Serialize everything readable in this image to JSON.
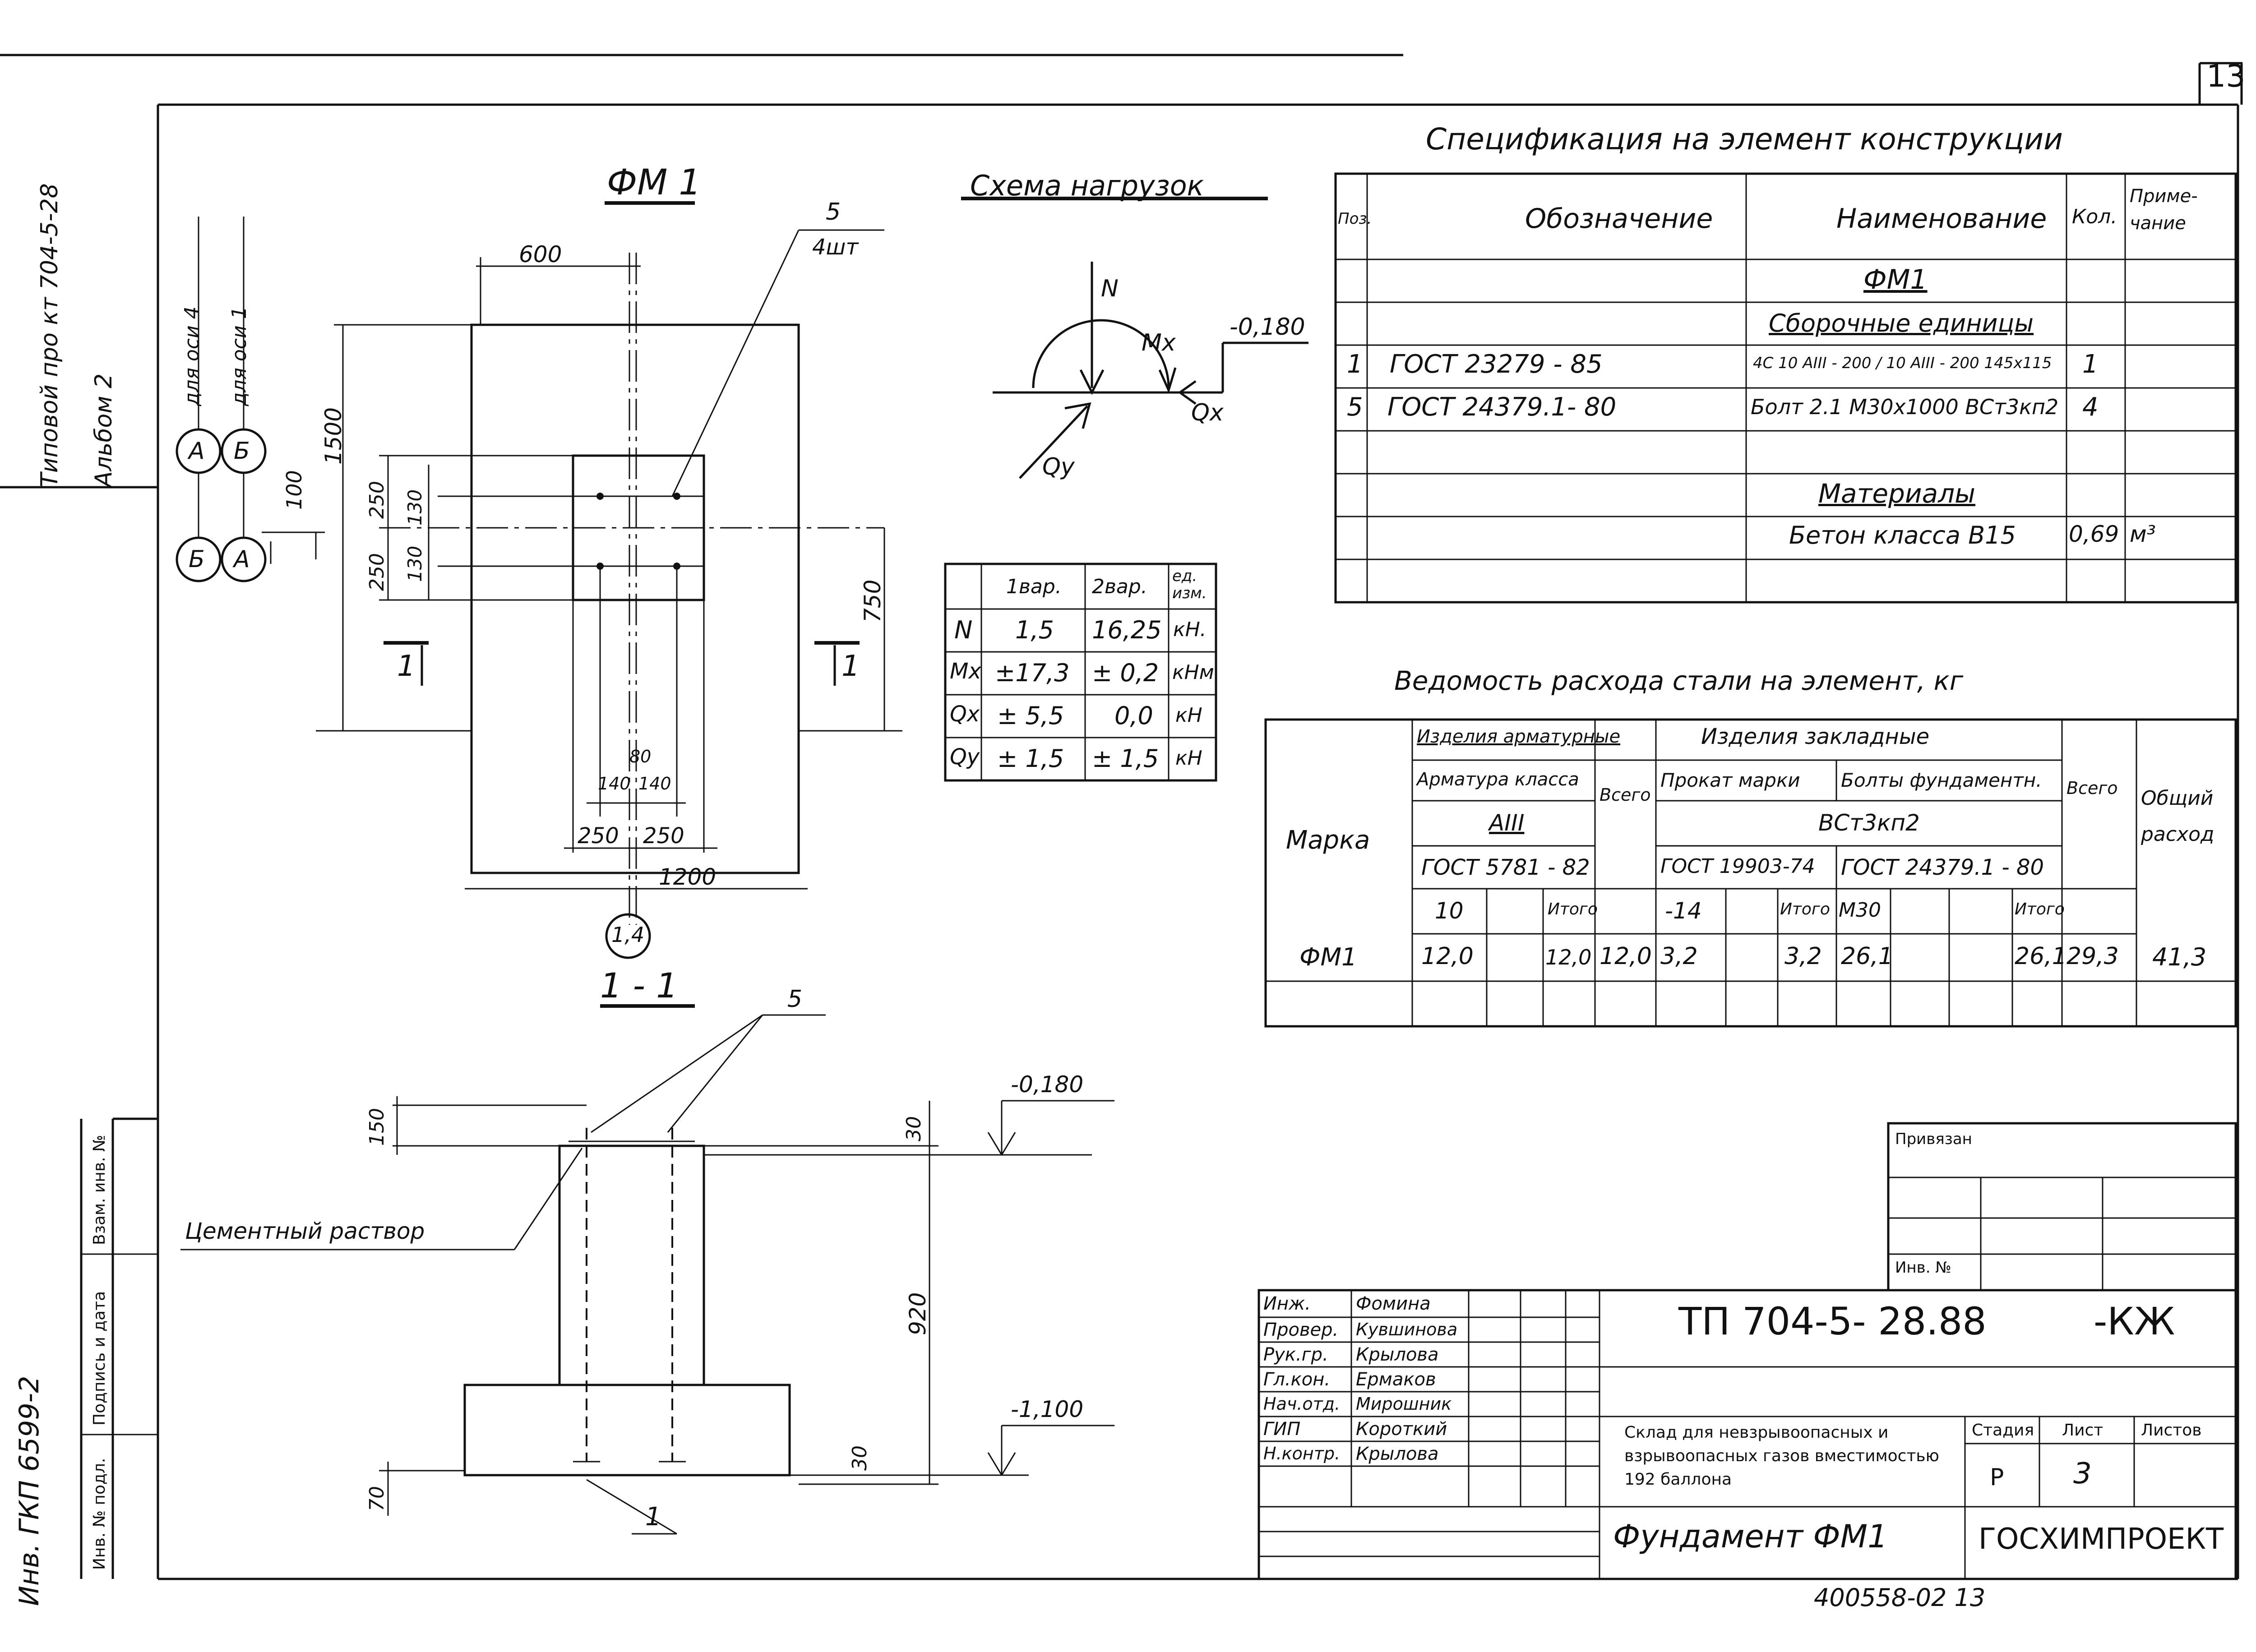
{
  "sheet_number": "13",
  "side_album": "Типовой  про кт 704-5-28",
  "side_album2": "Альбом 2",
  "side_inv": "Инв. ГКП 6599-2",
  "side_labels": [
    "Взам. инв. №",
    "Подпись и дата",
    "Инв. № подл."
  ],
  "axes": {
    "for_axis4": "для оси 4",
    "for_axis1": "для оси 1",
    "a": "А",
    "b": "Б",
    "axis14": "1,4"
  },
  "plan": {
    "title": "ФМ 1",
    "dims": {
      "d600": "600",
      "d1500": "1500",
      "d100": "100",
      "d250a": "250",
      "d250b": "250",
      "d130a": "130",
      "d130b": "130",
      "d750": "750",
      "d140a": "140",
      "d140b": "140",
      "d80": "80",
      "d250c": "250",
      "d250d": "250",
      "d1200": "1200"
    },
    "callout_5": "5",
    "callout_4pcs": "4шт",
    "cut_mark": "1"
  },
  "section": {
    "title": "1 - 1",
    "callout_5": "5",
    "callout_1": "1",
    "cement": "Цементный  раствор",
    "level_top": "-0,180",
    "level_bottom": "-1,100",
    "dims": {
      "d150": "150",
      "d30a": "30",
      "d920": "920",
      "d30b": "30",
      "d70": "70"
    }
  },
  "load_scheme": {
    "title": "Схема  нагрузок",
    "N": "N",
    "Mx": "Mx",
    "Qx": "Qx",
    "Qy": "Qy",
    "level": "-0,180"
  },
  "load_table": {
    "headers": [
      "",
      "1вар.",
      "2вар.",
      "ед. изм."
    ],
    "rows": [
      [
        "N",
        "1,5",
        "16,25",
        "кН."
      ],
      [
        "Mx",
        "±17,3",
        "± 0,2",
        "кНм"
      ],
      [
        "Qx",
        "± 5,5",
        "0,0",
        "кН"
      ],
      [
        "Qy",
        "± 1,5",
        "± 1,5",
        "кН"
      ]
    ]
  },
  "spec": {
    "title": "Спецификация   на   элемент   конструкции",
    "headers": [
      "Поз.",
      "Обозначение",
      "Наименование",
      "Кол.",
      "Приме-чание"
    ],
    "rows": [
      {
        "pos": "",
        "code": "",
        "name": "ФМ1",
        "qty": "",
        "note": ""
      },
      {
        "pos": "",
        "code": "",
        "name": "Сборочные  единицы",
        "qty": "",
        "note": ""
      },
      {
        "pos": "1",
        "code": "ГОСТ 23279 - 85",
        "name": "4С 10 АIII - 200 / 10 АIII - 200  145х115",
        "qty": "1",
        "note": ""
      },
      {
        "pos": "5",
        "code": "ГОСТ 24379.1- 80",
        "name": "Болт 2.1 М30х1000 ВСт3кп2",
        "qty": "4",
        "note": ""
      },
      {
        "pos": "",
        "code": "",
        "name": "",
        "qty": "",
        "note": ""
      },
      {
        "pos": "",
        "code": "",
        "name": "Материалы",
        "qty": "",
        "note": ""
      },
      {
        "pos": "",
        "code": "",
        "name": "Бетон  класса В15",
        "qty": "0,69",
        "note": "м³"
      }
    ]
  },
  "steel": {
    "title": "Ведомость   расхода   стали   на  элемент, кг",
    "marka": "Марка",
    "arm_group": "Изделия арматурные",
    "emb_group": "Изделия закладные",
    "arm_class": "Арматура класса",
    "arm_class_val": "АIII",
    "arm_gost": "ГОСТ 5781 - 82",
    "vsego": "Всего",
    "prokat": "Прокат марки",
    "bolts": "Болты  фундаментн.",
    "steel_grade": "ВСт3кп2",
    "gost_19903": "ГОСТ 19903-74",
    "gost_24379": "ГОСТ 24379.1 - 80",
    "vsego2": "Всего",
    "total": "Общий расход",
    "sub_headers": [
      "10",
      "",
      "Итого",
      "-14",
      "",
      "Итого",
      "М30",
      "",
      "",
      "Итого"
    ],
    "row": {
      "marka": "ФМ1",
      "v1": "12,0",
      "v2": "",
      "itogo1": "12,0",
      "vsego1": "12,0",
      "v14": "3,2",
      "v3": "",
      "itogo2": "3,2",
      "m30": "26,1",
      "v4": "",
      "v5": "",
      "itogo3": "26,1",
      "vsego2": "29,3",
      "total": "41,3"
    }
  },
  "title_block": {
    "privyazan": "Привязан",
    "inv_no": "Инв. №",
    "code": "ТП 704-5- 28.88",
    "suffix": "-КЖ",
    "people": [
      {
        "role": "Инж.",
        "name": "Фомина"
      },
      {
        "role": "Провер.",
        "name": "Кувшинова"
      },
      {
        "role": "Рук.гр.",
        "name": "Крылова"
      },
      {
        "role": "Гл.кон.",
        "name": "Ермаков"
      },
      {
        "role": "Нач.отд.",
        "name": "Мирошник"
      },
      {
        "role": "ГИП",
        "name": "Короткий"
      },
      {
        "role": "Н.контр.",
        "name": "Крылова"
      }
    ],
    "project_name": "Склад для невзрывоопасных и взрывоопасных газов вместимостью 192 баллона",
    "stage_label": "Стадия",
    "sheet_label": "Лист",
    "sheets_label": "Листов",
    "stage": "Р",
    "sheet": "3",
    "sheets": "",
    "drawing_name": "Фундамент  ФМ1",
    "org": "ГОСХИМПРОЕКТ"
  },
  "bottom_stamp": "400558-02     13"
}
